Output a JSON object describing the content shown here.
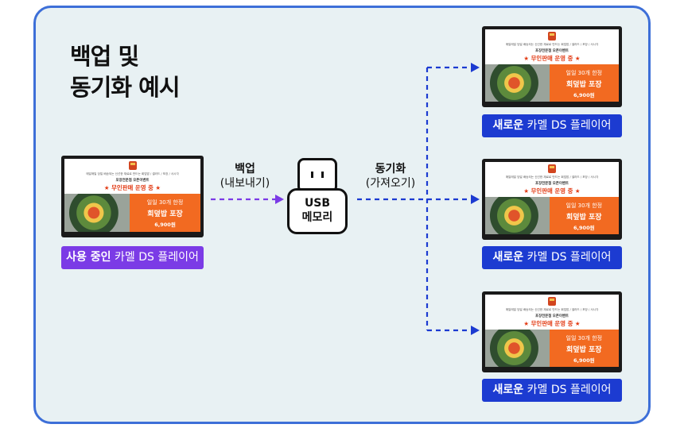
{
  "title": {
    "line1": "백업 및",
    "line2": "동기화 예시"
  },
  "screen_content": {
    "tagline": "매일매일 당일 배송되는 신선한 재료로 만드는 회덮밥 / 샐러드 / 포장 / 서시각",
    "subtitle": "포장전문점 오픈이벤트",
    "headline": "★ 무인판매 운영 중 ★",
    "promo_line1": "일일 30개 한정",
    "promo_line2": "회덮밥 포장",
    "promo_price": "6,900원"
  },
  "source_player": {
    "label_bold": "사용 중인",
    "label_normal": " 카멜 DS 플레이어"
  },
  "backup_step": {
    "title": "백업",
    "subtitle": "(내보내기)"
  },
  "sync_step": {
    "title": "동기화",
    "subtitle": "(가져오기)"
  },
  "usb": {
    "line1": "USB",
    "line2": "메모리"
  },
  "target_players": [
    {
      "label_bold": "새로운",
      "label_normal": " 카멜 DS 플레이어"
    },
    {
      "label_bold": "새로운",
      "label_normal": " 카멜 DS 플레이어"
    },
    {
      "label_bold": "새로운",
      "label_normal": " 카멜 DS 플레이어"
    }
  ],
  "colors": {
    "frame_border": "#3d6fd8",
    "backup_arrow": "#7b3be6",
    "sync_arrow": "#1c3bd1",
    "promo": "#f26a21"
  }
}
